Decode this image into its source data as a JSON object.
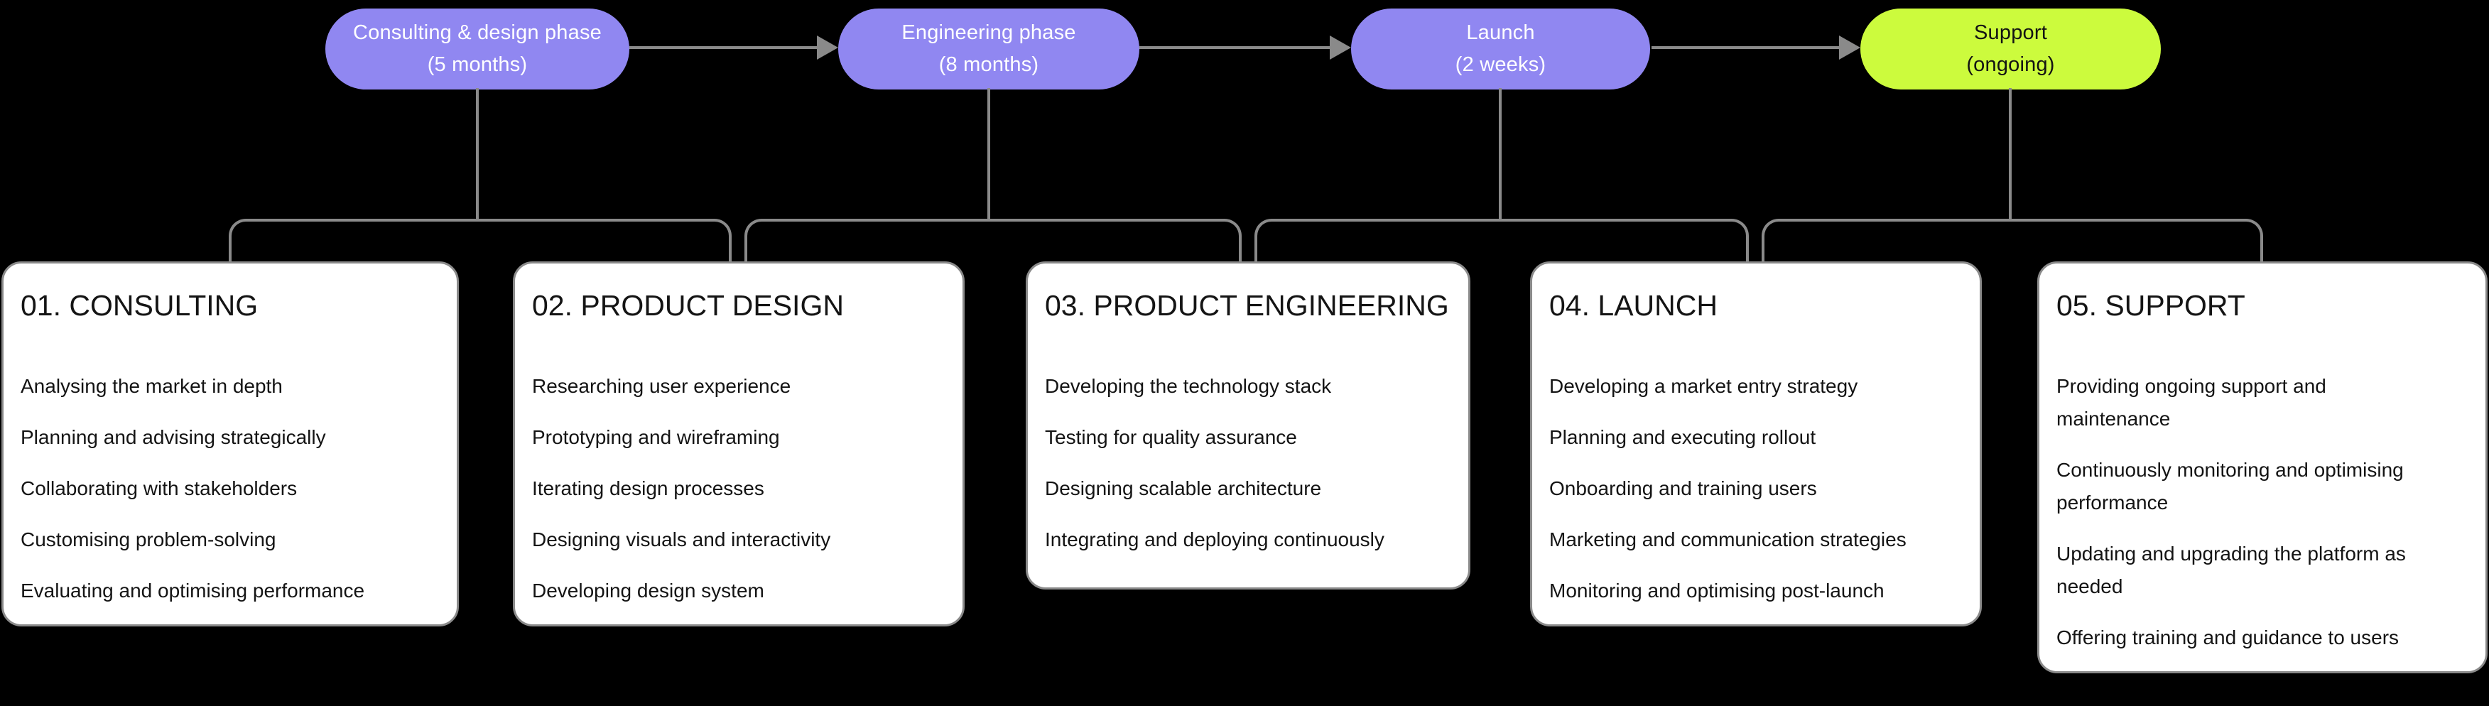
{
  "diagram": {
    "background": "#000000",
    "connector_color": "#8a8a8a",
    "phase_pill_color": "#9087f1",
    "support_pill_color": "#ccfb3d",
    "card_bg_color": "#ffffff",
    "card_border_color": "#8a8a8a",
    "card_text_color": "#141414"
  },
  "phases": [
    {
      "label": "Consulting & design phase",
      "duration": "(5 months)"
    },
    {
      "label": "Engineering phase",
      "duration": "(8 months)"
    },
    {
      "label": "Launch",
      "duration": "(2 weeks)"
    },
    {
      "label": "Support",
      "duration": "(ongoing)"
    }
  ],
  "cards": [
    {
      "title": "01. CONSULTING",
      "items": [
        "Analysing the market in depth",
        "Planning and advising strategically",
        "Collaborating with stakeholders",
        "Customising problem-solving",
        "Evaluating and optimising performance"
      ]
    },
    {
      "title": "02. PRODUCT DESIGN",
      "items": [
        "Researching user experience",
        "Prototyping and wireframing",
        "Iterating design processes",
        "Designing visuals and interactivity",
        "Developing design system"
      ]
    },
    {
      "title": "03. PRODUCT ENGINEERING",
      "items": [
        "Developing the technology stack",
        "Testing for quality assurance",
        "Designing scalable architecture",
        "Integrating and deploying continuously"
      ]
    },
    {
      "title": "04. LAUNCH",
      "items": [
        "Developing a market entry strategy",
        "Planning and executing rollout",
        "Onboarding and training users",
        "Marketing and communication strategies",
        "Monitoring and optimising post-launch"
      ]
    },
    {
      "title": "05. SUPPORT",
      "items": [
        "Providing ongoing support and\nmaintenance",
        "Continuously monitoring and optimising\nperformance",
        "Updating and upgrading the platform as\nneeded",
        "Offering training and guidance to users"
      ]
    }
  ]
}
